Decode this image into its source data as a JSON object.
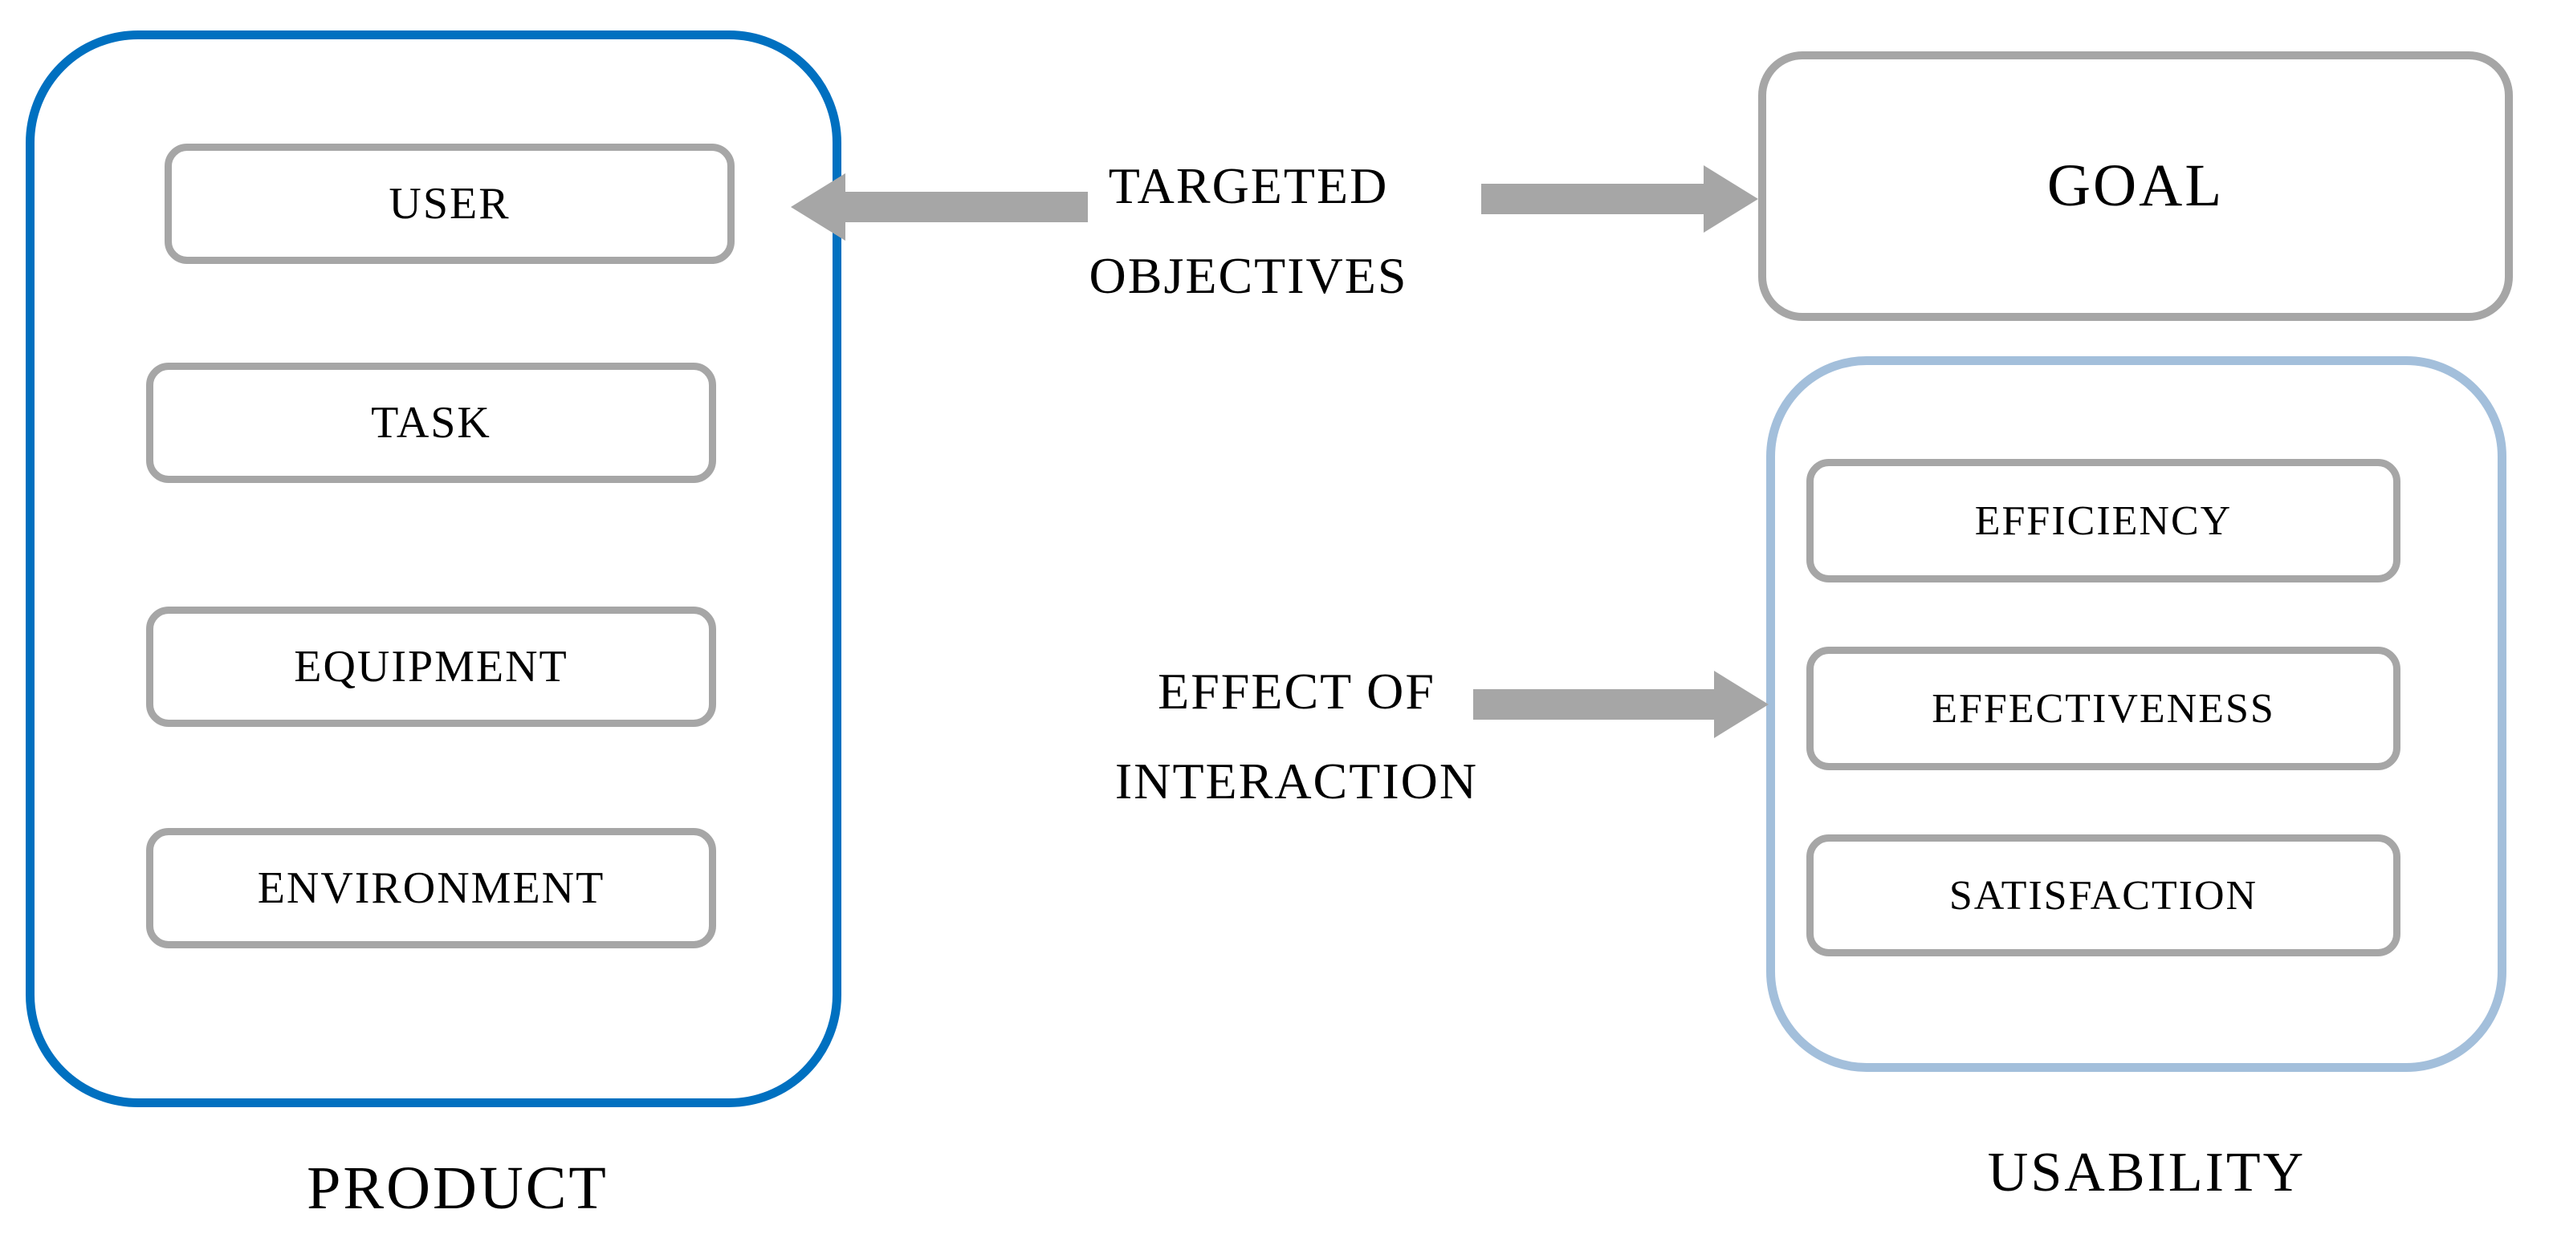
{
  "colors": {
    "product_border": "#0070C0",
    "usability_border": "#A3BFDB",
    "box_border": "#A6A6A6",
    "arrow": "#A6A6A6",
    "text": "#000000",
    "background": "#FFFFFF"
  },
  "product": {
    "label": "PRODUCT",
    "items": [
      {
        "label": "USER"
      },
      {
        "label": "TASK"
      },
      {
        "label": "EQUIPMENT"
      },
      {
        "label": "ENVIRONMENT"
      }
    ]
  },
  "goal": {
    "label": "GOAL"
  },
  "usability": {
    "label": "USABILITY",
    "items": [
      {
        "label": "EFFICIENCY"
      },
      {
        "label": "EFFECTIVENESS"
      },
      {
        "label": "SATISFACTION"
      }
    ]
  },
  "connections": {
    "targeted_objectives": {
      "line1": "TARGETED",
      "line2": "OBJECTIVES"
    },
    "effect_of_interaction": {
      "line1": "EFFECT OF",
      "line2": "INTERACTION"
    }
  }
}
